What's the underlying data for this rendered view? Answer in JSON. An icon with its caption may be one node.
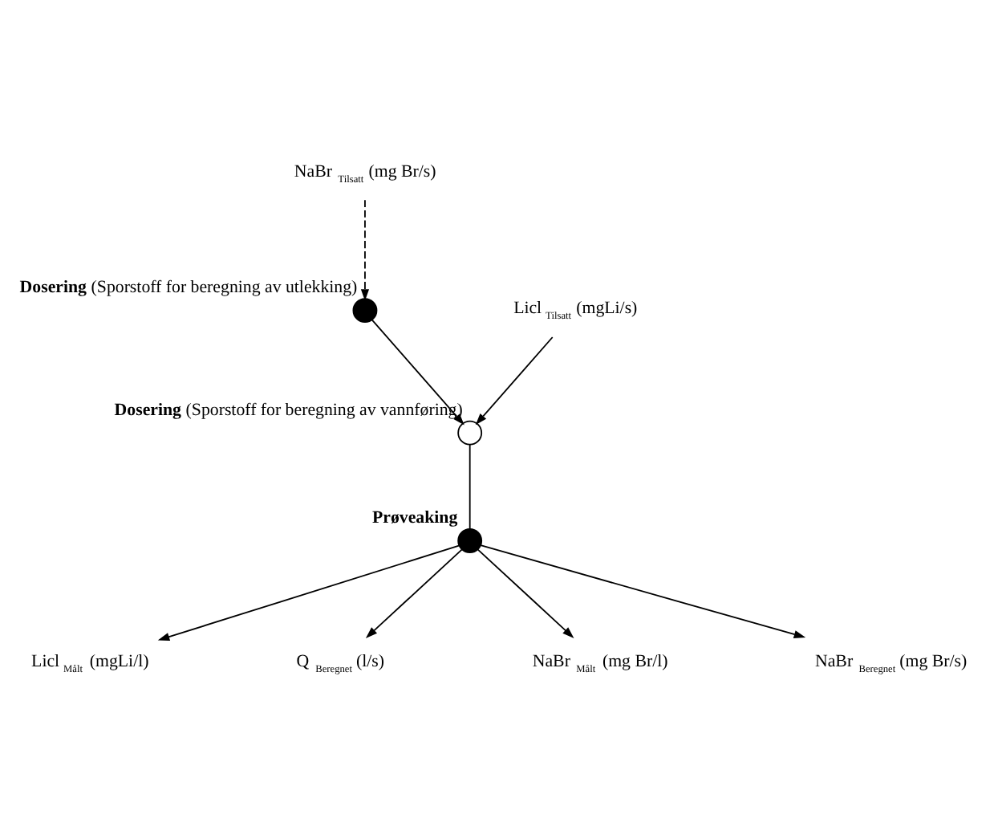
{
  "diagram": {
    "nodes": [
      {
        "text": [
          "NaBr $_{Tilsatt}$ (mg Br/s)"
        ]
      },
      {
        "text": [],
        "shape": "circle",
        "beside": [
          "**Dosering** (Sporstoff for beregning av utlekking)"
        ]
      },
      {
        "text": [],
        "shape": "circle",
        "beside": [
          "**Dosering** (Sporstoff for beregning av vannføring)"
        ]
      },
      {
        "text": [
          "Licl $_{Tilsatt}$ (mgLi/s)"
        ]
      },
      {
        "text": [
          "Licl $_{Målt}$ (mgLi/l)"
        ]
      },
      {
        "text": [],
        "shape": "circle",
        "beside": [
          "Prøveaking"
        ]
      },
      {
        "text": [
          "Q $_{Beregnet}$ (l/s)"
        ]
      },
      {
        "text": [
          "NaBr $_{Målt}$ (mg Br/l)"
        ]
      },
      {
        "text": [
          "NaBr $_{Beregnet}$ (mg Br/s)"
        ]
      }
    ],
    "edges": [
      {
        "from": 0,
        "to": 1,
        "arrow": "to",
        "style": "dashed"
      },
      {
        "from": 1,
        "to": 2,
        "arrow": "to"
      },
      {
        "from": 2,
        "to": 5,
        "arrow": "none"
      },
      {
        "from": 3,
        "to": 2,
        "arrow": "to"
      },
      {
        "from": 5,
        "to": 4,
        "arrow": "to"
      },
      {
        "from": 5,
        "to": 6,
        "arrow": "to"
      },
      {
        "from": 5,
        "to": 7,
        "arrow": "to"
      },
      {
        "from": 5,
        "to": 8,
        "arrow": "to"
      }
    ]
  }
}
